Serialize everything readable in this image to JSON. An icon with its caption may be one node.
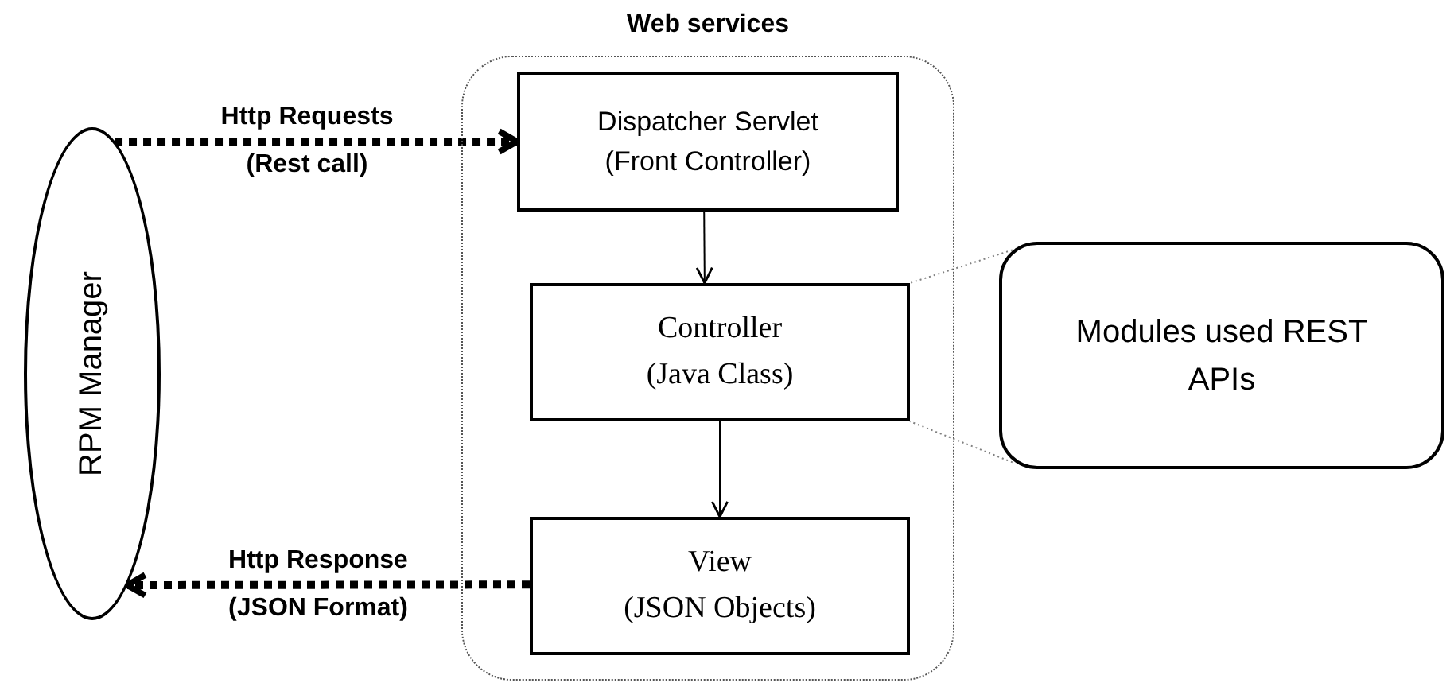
{
  "diagram": {
    "nodes": [
      {
        "text": [
          "RPM Manager"
        ]
      },
      {
        "text": [
          "Web services"
        ]
      },
      {
        "text": [
          "Dispatcher Servlet (Front Controller)"
        ],
        "in": 1
      },
      {
        "text": [
          "Controller (Java Class)"
        ],
        "in": 1
      },
      {
        "text": [
          "View (JSON Objects)"
        ],
        "in": 1
      },
      {
        "text": [
          "Modules used REST APIs"
        ]
      }
    ],
    "edges": [
      {
        "from": 0,
        "to": 2,
        "arrow": "to",
        "label": "Http Requests (Rest call)",
        "style": "dashed"
      },
      {
        "from": 4,
        "to": 0,
        "arrow": "to",
        "label": "Http Response (JSON Format)",
        "style": "dashed"
      },
      {
        "from": 2,
        "to": 3,
        "arrow": "to"
      },
      {
        "from": 3,
        "to": 4,
        "arrow": "to"
      },
      {
        "from": 5,
        "to": 3,
        "arrow": "none",
        "style": "dashed",
        "color": "#808080"
      },
      {
        "from": 5,
        "to": 3,
        "arrow": "none",
        "style": "dashed",
        "color": "#808080"
      }
    ]
  }
}
